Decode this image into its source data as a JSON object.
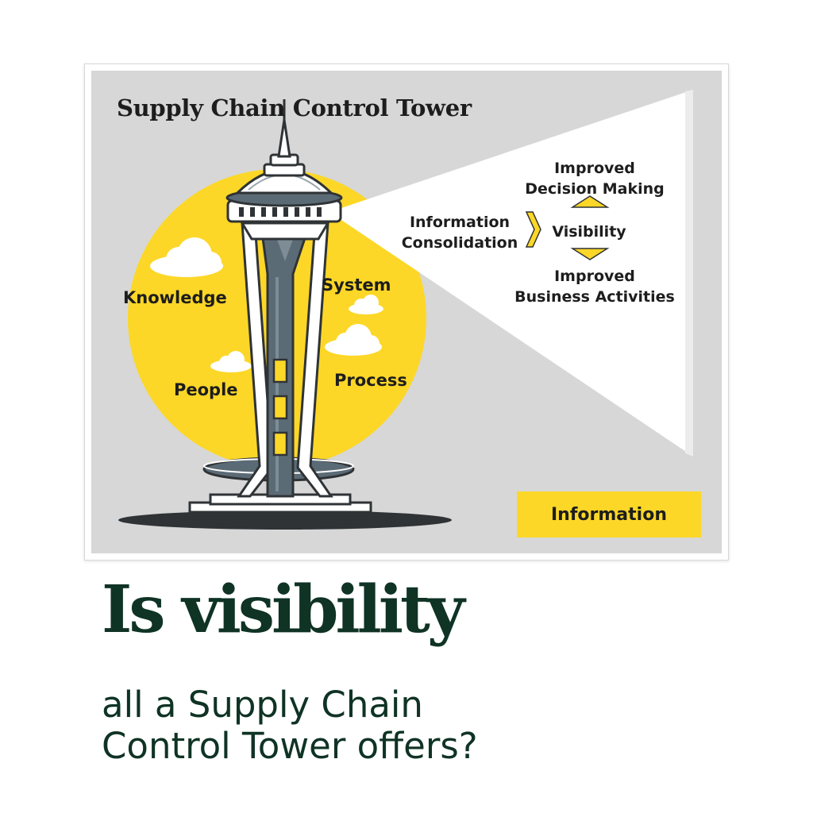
{
  "diagram": {
    "title": "Supply Chain Control Tower",
    "labels": {
      "knowledge": "Knowledge",
      "system": "System",
      "people": "People",
      "process": "Process"
    },
    "beam": {
      "improved_decision_1": "Improved",
      "improved_decision_2": "Decision Making",
      "info_consolidation_1": "Information",
      "info_consolidation_2": "Consolidation",
      "visibility": "Visibility",
      "improved_business_1": "Improved",
      "improved_business_2": "Business Activities"
    },
    "information_box": "Information"
  },
  "headline": "Is visibility",
  "subheadline": {
    "line1": "all a Supply Chain",
    "line2": "Control Tower offers?"
  },
  "colors": {
    "yellow": "#fcd727",
    "panel_gray": "#d7d7d7",
    "headline_green": "#0f3325",
    "tower_slate": "#5b6b76"
  }
}
